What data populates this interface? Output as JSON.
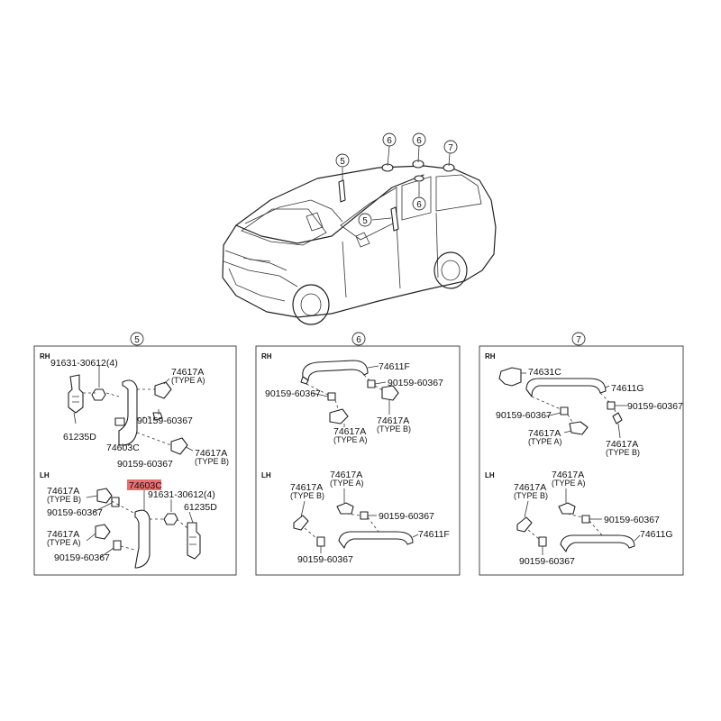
{
  "callouts": {
    "c5": "5",
    "c6": "6",
    "c7": "7"
  },
  "sides": {
    "rh": "RH",
    "lh": "LH"
  },
  "types": {
    "a": "(TYPE A)",
    "b": "(TYPE B)"
  },
  "parts": {
    "bolt": "91631-30612(4)",
    "clip": "90159-60367",
    "cover": "74617A",
    "grip_c": "74603C",
    "bracket": "61235D",
    "grip_f": "74611F",
    "grip_g": "74611G",
    "hook": "74631C"
  },
  "colors": {
    "highlight": "#e8545a",
    "line": "#222222"
  }
}
